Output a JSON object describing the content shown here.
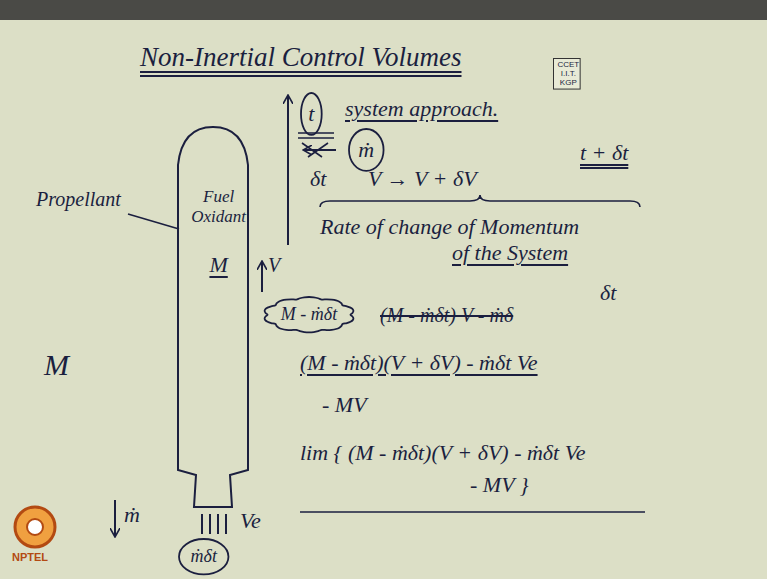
{
  "diagram": {
    "title": "Non-Inertial Control Volumes",
    "nodes": [
      {
        "text": [
          "CCET I.I.T. KGP"
        ]
      },
      {
        "text": [
          "t"
        ]
      },
      {
        "text": [
          "ṁ"
        ]
      },
      {
        "text": [
          "Fuel Oxidant",
          "M"
        ]
      },
      {
        "text": [
          "M - ṁδt"
        ]
      },
      {
        "text": [
          "ṁδt"
        ]
      }
    ],
    "labels": [
      "system approach.",
      "δt",
      "V → V + δV",
      "t + δt",
      "Rate of change of Momentum",
      "of the System",
      "δt",
      "Propellant",
      "M",
      "V",
      "ṁ",
      "Ve",
      "(M - ṁδt) V - ṁδ",
      "(M - ṁδt)(V + δV) - ṁδt Ve",
      "- MV",
      "lim { (M - ṁδt)(V + δV) - ṁδt Ve",
      "- MV }",
      "NPTEL"
    ]
  }
}
